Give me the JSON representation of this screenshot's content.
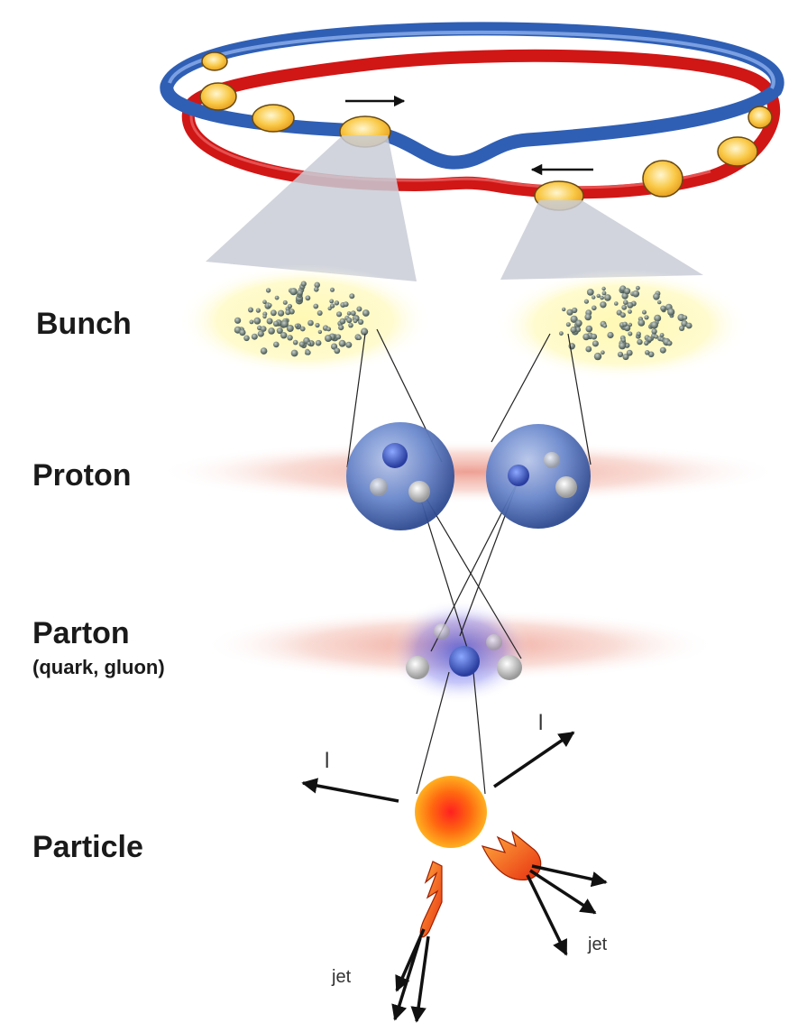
{
  "labels": {
    "bunch": "Bunch",
    "proton": "Proton",
    "parton": "Parton",
    "parton_sub": "(quark, gluon)",
    "particle": "Particle"
  },
  "annotations": {
    "lepton_left": "l",
    "lepton_right": "l",
    "jet_left": "jet",
    "jet_right": "jet"
  },
  "colors": {
    "ring_blue": "#2f5fb5",
    "ring_red": "#d01818",
    "bunch_yellow": "#f7c23a",
    "collision_orange": "#ff5a10"
  }
}
